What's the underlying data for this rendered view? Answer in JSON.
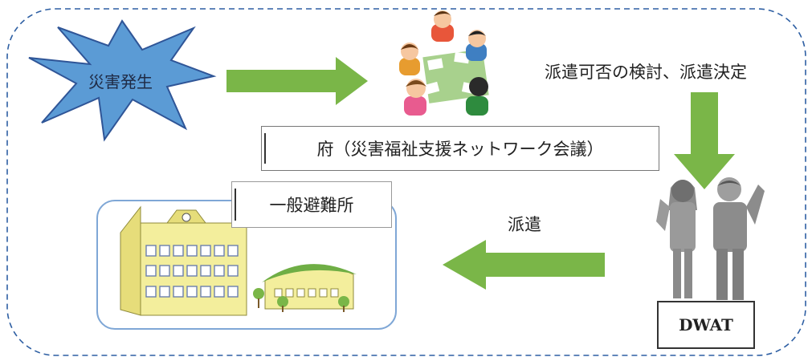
{
  "diagram": {
    "disaster_label": "災害発生",
    "decision_label": "派遣可否の検討、派遣決定",
    "prefecture_label": "府（災害福祉支援ネットワーク会議）",
    "shelter_label": "一般避難所",
    "dispatch_label": "派遣",
    "team_label": "DWAT"
  },
  "colors": {
    "frame_border": "#2e5fa3",
    "burst_fill": "#5b9bd5",
    "burst_stroke": "#2f5597",
    "arrow_fill": "#7ab648",
    "shelter_border": "#7fa7d6"
  }
}
